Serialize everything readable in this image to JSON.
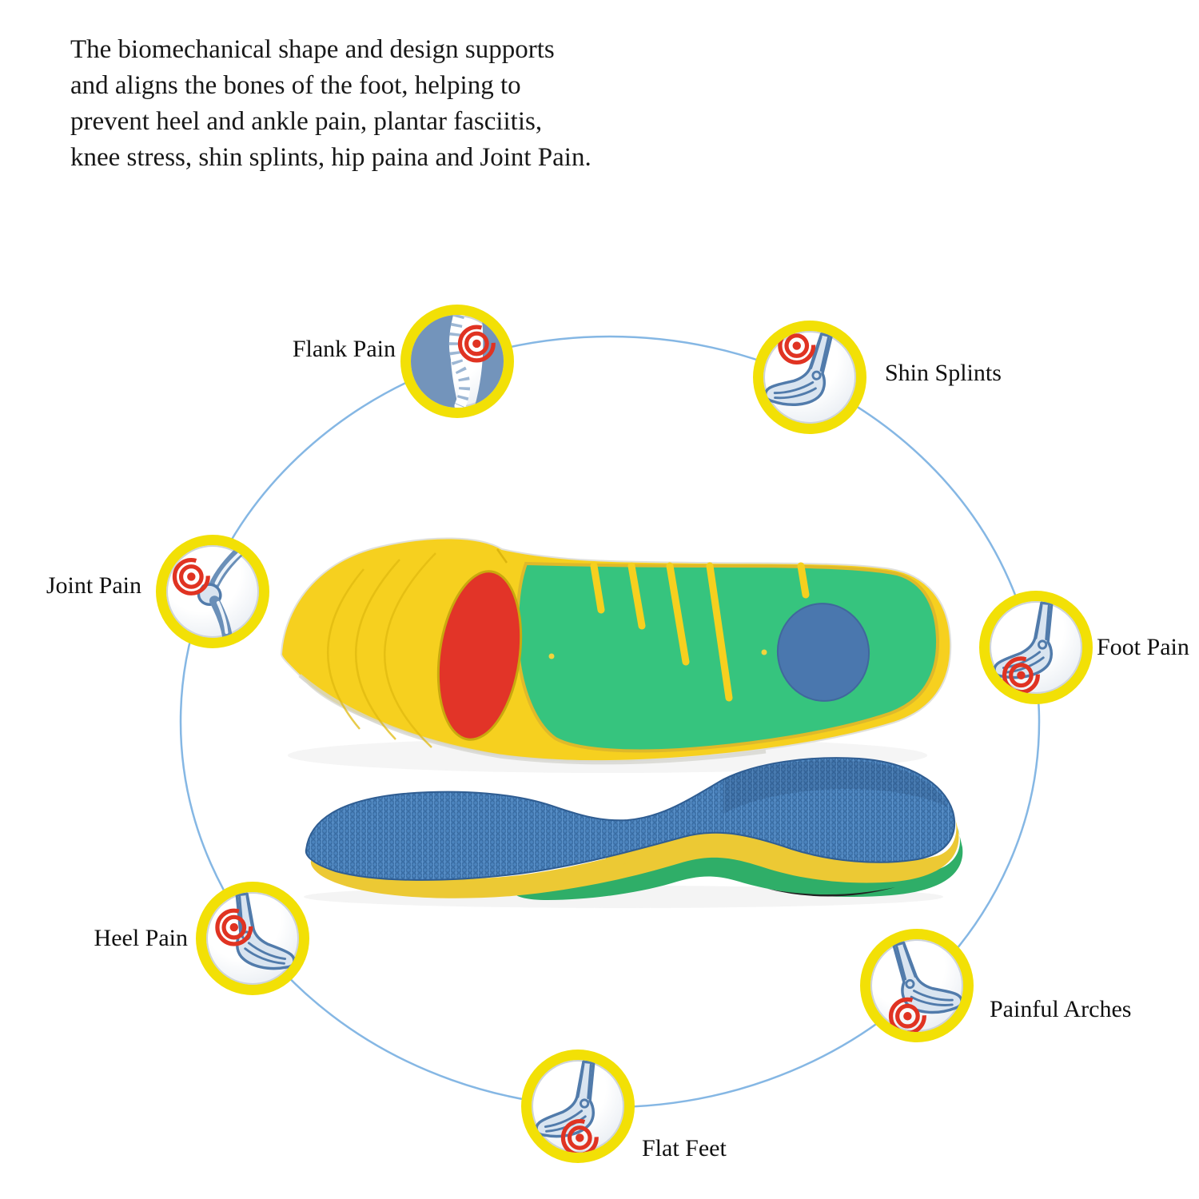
{
  "intro": {
    "text": "The biomechanical shape and design supports\nand aligns the bones of the foot, helping to\nprevent heel and ankle pain, plantar fasciitis,\n knee stress, shin splints, hip paina and Joint Pain."
  },
  "callouts": [
    {
      "id": "flank-pain",
      "label": "Flank Pain",
      "icon": "spine-icon"
    },
    {
      "id": "shin-splints",
      "label": "Shin Splints",
      "icon": "shin-bone-icon"
    },
    {
      "id": "joint-pain",
      "label": "Joint Pain",
      "icon": "knee-joint-icon"
    },
    {
      "id": "foot-pain",
      "label": "Foot Pain",
      "icon": "foot-bone-icon"
    },
    {
      "id": "heel-pain",
      "label": "Heel Pain",
      "icon": "heel-bone-icon"
    },
    {
      "id": "painful-arches",
      "label": "Painful Arches",
      "icon": "arch-bone-icon"
    },
    {
      "id": "flat-feet",
      "label": "Flat Feet",
      "icon": "flat-foot-icon"
    }
  ],
  "colors": {
    "ring_blue": "#85b7e4",
    "badge_yellow": "#f2e006",
    "pain_red": "#e03322",
    "insole_yellow": "#f6d01f",
    "insole_green": "#36c47e",
    "insole_red_pad": "#e23428",
    "heel_pad_blue": "#4a77ae",
    "fabric_blue": "#4b83bd"
  }
}
